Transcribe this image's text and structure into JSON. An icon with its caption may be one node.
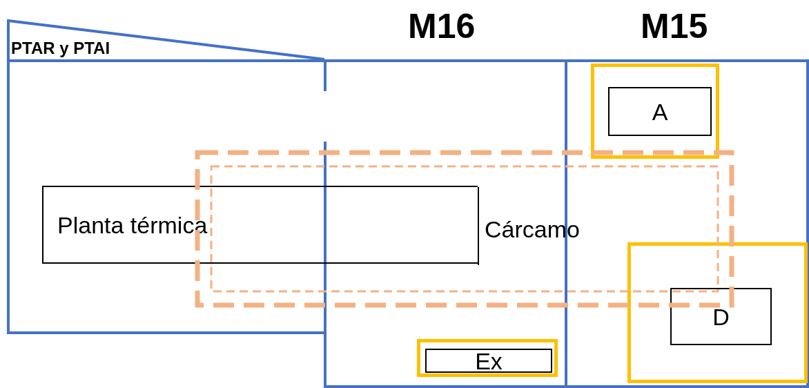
{
  "diagram": {
    "nodes": [
      {
        "text": [
          "PTAR y PTAI"
        ]
      },
      {
        "text": [
          "M16"
        ]
      },
      {
        "text": [
          "M15"
        ]
      },
      {
        "text": [],
        "shape": "box",
        "in": 2
      },
      {
        "text": [
          "A"
        ],
        "in": 3
      },
      {
        "text": [
          "Planta térmica"
        ]
      },
      {
        "text": [
          "Cárcamo"
        ]
      },
      {
        "text": [],
        "shape": "box",
        "in": 2
      },
      {
        "text": [
          "D"
        ],
        "in": 7
      },
      {
        "text": [],
        "shape": "box",
        "in": 1
      },
      {
        "text": [
          "Ex"
        ],
        "in": 9
      }
    ],
    "edges": []
  }
}
